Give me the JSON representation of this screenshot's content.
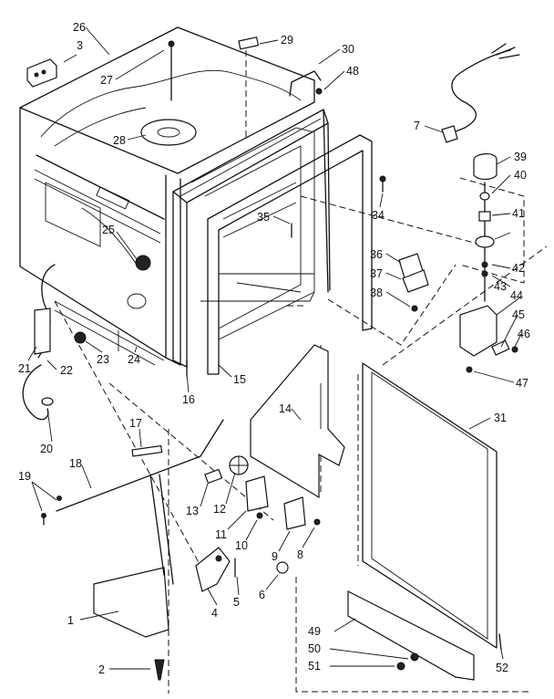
{
  "diagram": {
    "callouts": [
      "1",
      "2",
      "3",
      "4",
      "5",
      "6",
      "7",
      "8",
      "9",
      "10",
      "11",
      "12",
      "13",
      "14",
      "15",
      "16",
      "17",
      "18",
      "19",
      "20",
      "21",
      "22",
      "23",
      "24",
      "25",
      "26",
      "27",
      "28",
      "29",
      "30",
      "31",
      "34",
      "35",
      "36",
      "37",
      "38",
      "39",
      "40",
      "41",
      "42",
      "43",
      "44",
      "45",
      "46",
      "47",
      "48",
      "49",
      "50",
      "51",
      "52"
    ]
  }
}
